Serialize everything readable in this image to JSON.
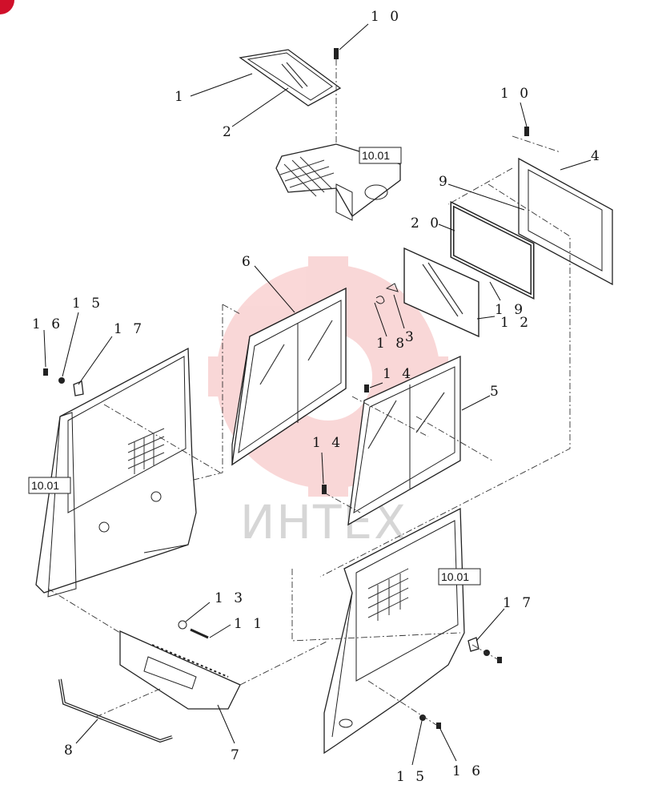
{
  "watermark": {
    "text": "ИНТЕХ",
    "gear_color": "#f5b8b8"
  },
  "reference_tags": [
    {
      "id": "ref-top",
      "label": "10.01"
    },
    {
      "id": "ref-left",
      "label": "10.01"
    },
    {
      "id": "ref-right",
      "label": "10.01"
    }
  ],
  "callouts": {
    "c1": "1",
    "c2": "2",
    "c3": "3",
    "c4": "4",
    "c5": "5",
    "c6": "6",
    "c7": "7",
    "c8": "8",
    "c9": "9",
    "c10a": "1 0",
    "c10b": "1 0",
    "c11": "1 1",
    "c12": "1 2",
    "c13": "1 3",
    "c14a": "1 4",
    "c14b": "1 4",
    "c15a": "1 5",
    "c15b": "1 5",
    "c16a": "1 6",
    "c16b": "1 6",
    "c17a": "1 7",
    "c17b": "1 7",
    "c18": "1 8",
    "c19": "1 9",
    "c20": "2 0"
  },
  "colors": {
    "line": "#222222",
    "logo_corner": "#d0102a"
  }
}
